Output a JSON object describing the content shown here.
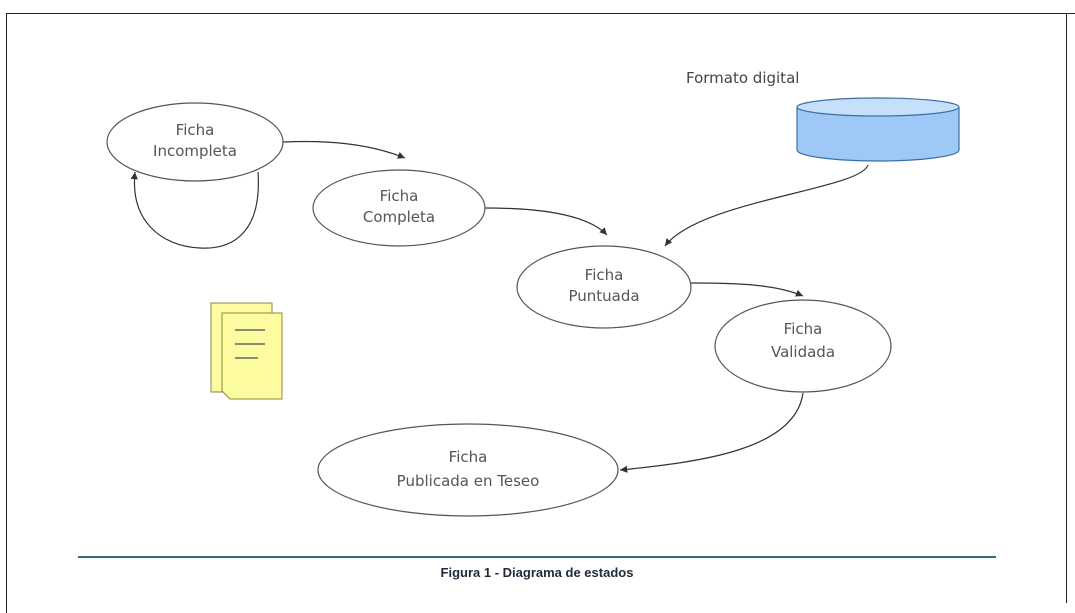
{
  "diagram": {
    "nodes": [
      {
        "id": "incompleta",
        "line1": "Ficha",
        "line2": "Incompleta"
      },
      {
        "id": "completa",
        "line1": "Ficha",
        "line2": "Completa"
      },
      {
        "id": "puntuada",
        "line1": "Ficha",
        "line2": "Puntuada"
      },
      {
        "id": "validada",
        "line1": "Ficha",
        "line2": "Validada"
      },
      {
        "id": "publicada",
        "line1": "Ficha",
        "line2": "Publicada en Teseo"
      }
    ],
    "database_label": "Formato digital",
    "colors": {
      "database_fill": "#9ec8f5",
      "database_stroke": "#3a6ea5",
      "document_fill": "#fdfba0",
      "document_stroke": "#8a8a40"
    }
  },
  "caption": "Figura 1 - Diagrama de estados"
}
